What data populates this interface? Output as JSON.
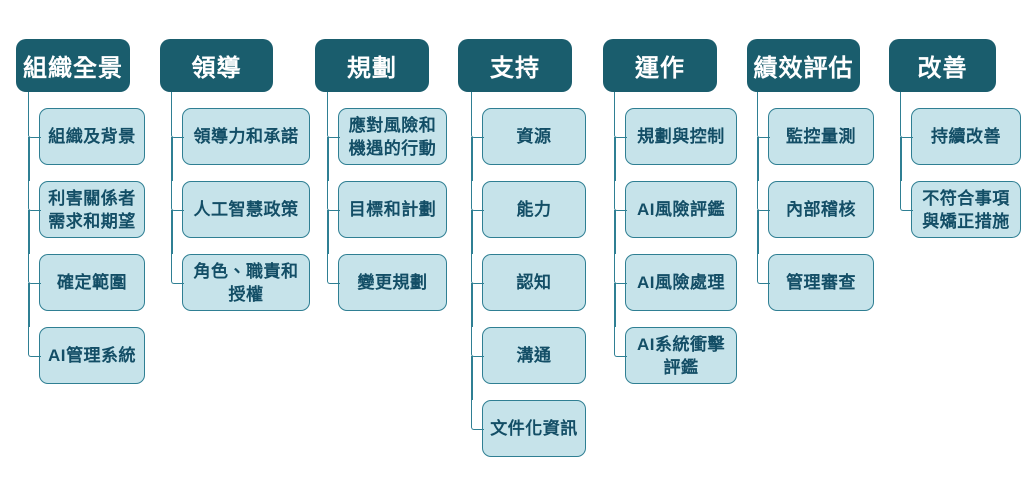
{
  "diagram": {
    "type": "tree",
    "description": "AI management system clause structure diagram with seven top-level pillars and their sub-clauses",
    "colors": {
      "header_bg": "#1a5d6d",
      "header_text": "#ffffff",
      "node_bg": "#c6e3ea",
      "node_border": "#2f7f93",
      "node_text": "#134e66",
      "connector": "#2f7f93",
      "page_bg": "#ffffff"
    },
    "columns": [
      {
        "label": "組織全景",
        "children": [
          "組織及背景",
          "利害關係者\n需求和期望",
          "確定範圍",
          "AI管理系統"
        ]
      },
      {
        "label": "領導",
        "children": [
          "領導力和承諾",
          "人工智慧政策",
          "角色、職責和\n授權"
        ]
      },
      {
        "label": "規劃",
        "children": [
          "應對風險和\n機遇的行動",
          "目標和計劃",
          "變更規劃"
        ]
      },
      {
        "label": "支持",
        "children": [
          "資源",
          "能力",
          "認知",
          "溝通",
          "文件化資訊"
        ]
      },
      {
        "label": "運作",
        "children": [
          "規劃與控制",
          "AI風險評鑑",
          "AI風險處理",
          "AI系統衝擊\n評鑑"
        ]
      },
      {
        "label": "績效評估",
        "children": [
          "監控量測",
          "內部稽核",
          "管理審查"
        ]
      },
      {
        "label": "改善",
        "children": [
          "持續改善",
          "不符合事項\n與矯正措施"
        ]
      }
    ]
  }
}
